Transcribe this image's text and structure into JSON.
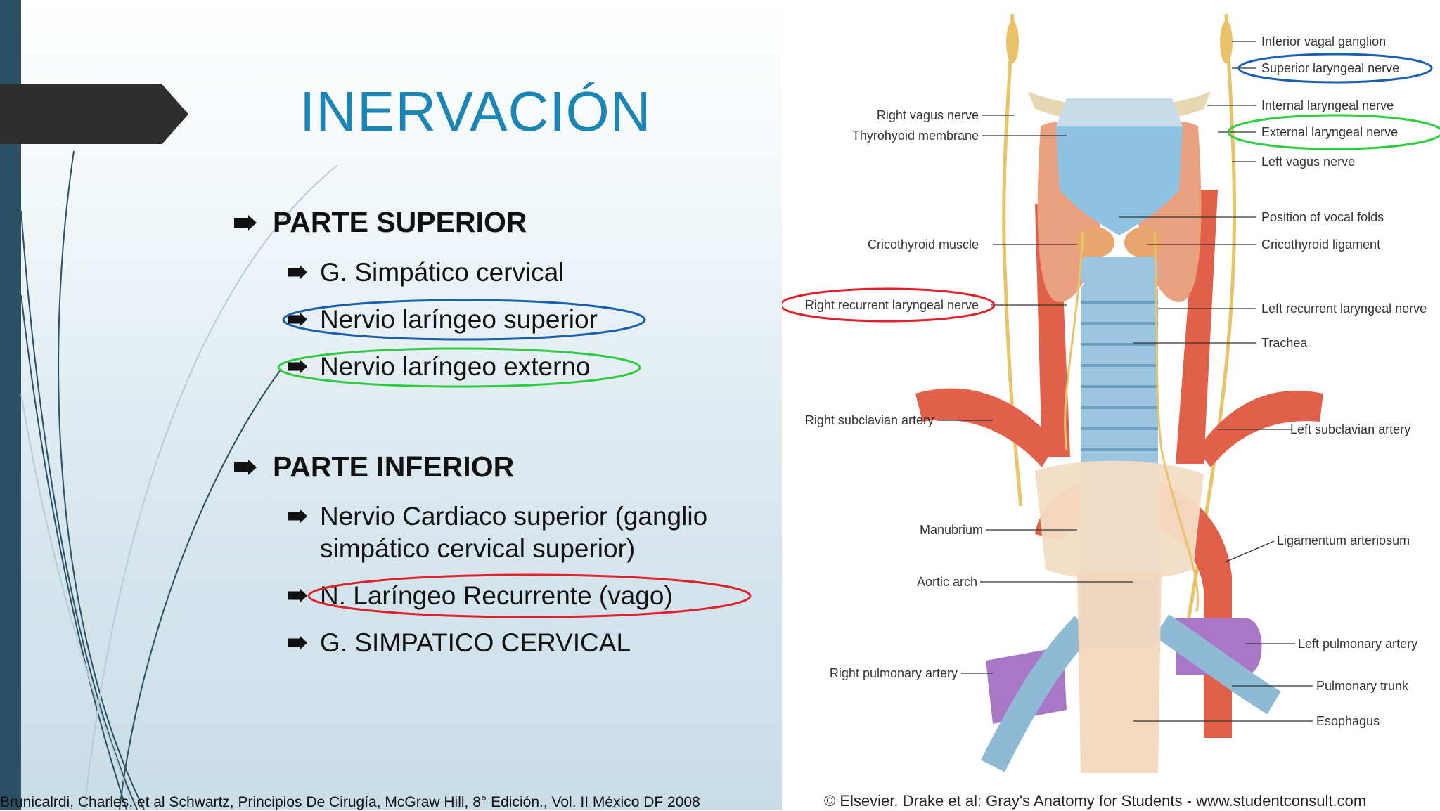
{
  "slide": {
    "title": "INERVACIÓN",
    "section_superior": "PARTE SUPERIOR",
    "superior_items": [
      "G. Simpático cervical",
      "Nervio laríngeo superior",
      "Nervio laríngeo externo"
    ],
    "section_inferior": "PARTE INFERIOR",
    "inferior_items": [
      "Nervio Cardiaco superior (ganglio simpático cervical superior)",
      "N. Laríngeo Recurrente (vago)",
      "G. SIMPATICO CERVICAL"
    ],
    "citation": "Brunicalrdi, Charles, et al Schwartz, Principios De Cirugía, McGraw Hill, 8° Edición., Vol. II México DF 2008"
  },
  "figure": {
    "labels_left": [
      "Right vagus nerve",
      "Thyrohyoid membrane",
      "Cricothyroid muscle",
      "Right recurrent laryngeal nerve",
      "Right subclavian artery",
      "Manubrium",
      "Aortic arch",
      "Right pulmonary artery"
    ],
    "labels_right": [
      "Inferior vagal ganglion",
      "Superior laryngeal nerve",
      "Internal laryngeal nerve",
      "External laryngeal nerve",
      "Left vagus nerve",
      "Position of vocal folds",
      "Cricothyroid ligament",
      "Left recurrent laryngeal nerve",
      "Trachea",
      "Left subclavian artery",
      "Ligamentum arteriosum",
      "Left pulmonary artery",
      "Pulmonary trunk",
      "Esophagus"
    ],
    "copyright": "© Elsevier. Drake et al: Gray's Anatomy for Students - www.studentconsult.com"
  },
  "colors": {
    "title": "#1a86b5",
    "highlight_blue": "#1a5fb0",
    "highlight_green": "#2ecc40",
    "highlight_red": "#e0202a",
    "left_bar": "#2b4f63"
  }
}
